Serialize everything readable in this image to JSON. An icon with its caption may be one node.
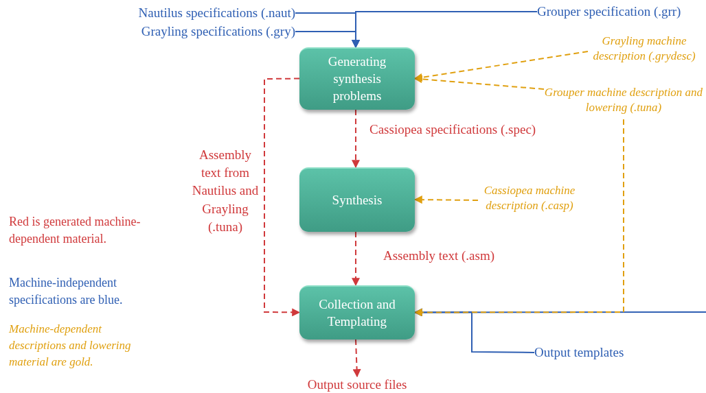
{
  "diagram": {
    "nodes": [
      {
        "text": [
          "Nautilus specifications (.naut)"
        ]
      },
      {
        "text": [
          "Grouper specification (.grr)"
        ]
      },
      {
        "text": [
          "Grayling specifications (.gry)"
        ]
      },
      {
        "text": [
          "Generating synthesis problems"
        ]
      },
      {
        "text": [
          "Grayling machine description (.grydesc)"
        ]
      },
      {
        "text": [
          "Grouper machine description and lowering (.tuna)"
        ]
      },
      {
        "text": [
          "Synthesis"
        ]
      },
      {
        "text": [
          "Cassiopea machine description (.casp)"
        ]
      },
      {
        "text": [
          "Collection and Templating"
        ]
      },
      {
        "text": [
          "Output templates"
        ]
      },
      {
        "text": [
          "Output source files"
        ]
      }
    ],
    "edges": [
      {
        "from": 0,
        "to": 3,
        "arrow": "to",
        "color": "#2f5fb3"
      },
      {
        "from": 2,
        "to": 3,
        "arrow": "to",
        "color": "#2f5fb3"
      },
      {
        "from": 1,
        "to": 3,
        "arrow": "to",
        "color": "#2f5fb3"
      },
      {
        "from": 4,
        "to": 3,
        "arrow": "to",
        "style": "dashed",
        "color": "#e0a010"
      },
      {
        "from": 5,
        "to": 3,
        "arrow": "to",
        "style": "dashed",
        "color": "#e0a010"
      },
      {
        "from": 3,
        "to": 6,
        "arrow": "to",
        "style": "dashed",
        "color": "#d0393b",
        "label": "Cassiopea specifications (.spec)"
      },
      {
        "from": 3,
        "to": 8,
        "arrow": "to",
        "style": "dashed",
        "color": "#d0393b",
        "label": "Assembly text from Nautilus and Grayling (.tuna)"
      },
      {
        "from": 7,
        "to": 6,
        "arrow": "to",
        "style": "dashed",
        "color": "#e0a010"
      },
      {
        "from": 6,
        "to": 8,
        "arrow": "to",
        "style": "dashed",
        "color": "#d0393b",
        "label": "Assembly text (.asm)"
      },
      {
        "from": null,
        "to": 8,
        "arrow": "to",
        "color": "#2f5fb3"
      },
      {
        "from": 9,
        "to": 8,
        "arrow": "to",
        "color": "#2f5fb3"
      },
      {
        "from": 5,
        "to": 8,
        "arrow": "to",
        "style": "dashed",
        "color": "#e0a010"
      },
      {
        "from": 8,
        "to": 10,
        "arrow": "to",
        "style": "dashed",
        "color": "#d0393b"
      }
    ],
    "labels": [
      "Red is generated machine-dependent material.",
      "Machine-independent specifications are blue.",
      "Machine-dependent descriptions and lowering material are gold."
    ]
  }
}
